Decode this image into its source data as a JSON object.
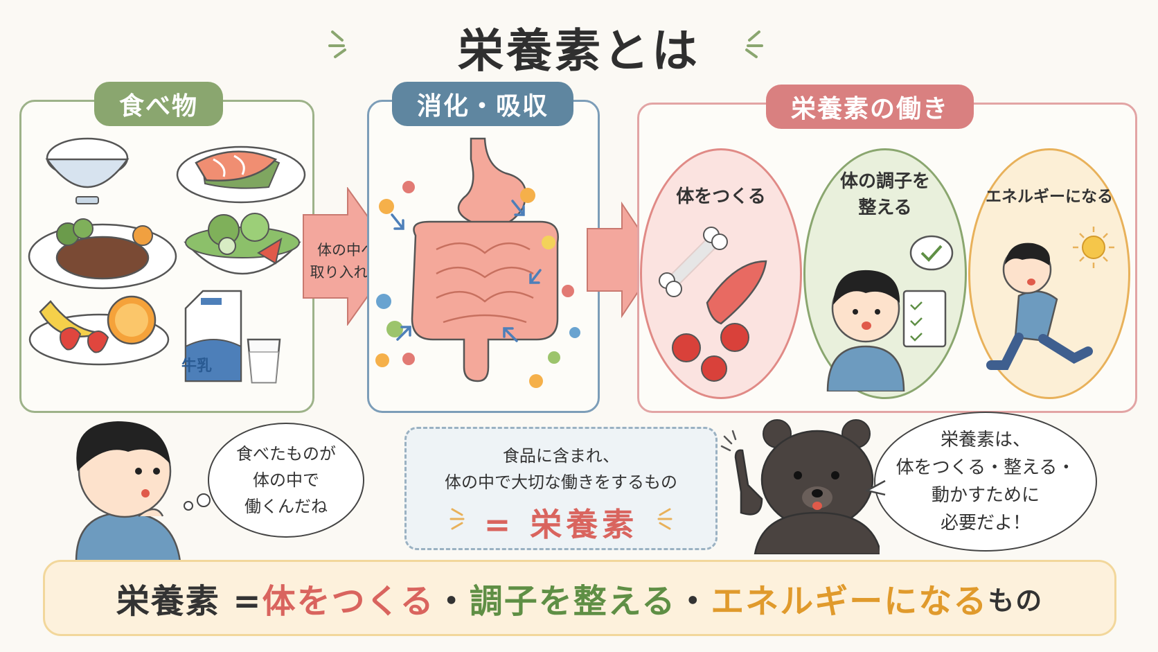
{
  "title": "栄養素とは",
  "sections": {
    "food": {
      "label": "食べ物",
      "milk_label": "牛乳",
      "color": "#8aa66f"
    },
    "digestion": {
      "label": "消化・吸収",
      "color": "#5f86a0"
    },
    "functions": {
      "label": "栄養素の働き",
      "color": "#d98080",
      "items": [
        {
          "label": "体をつくる",
          "color": "#e08a86"
        },
        {
          "label_line1": "体の調子を",
          "label_line2": "整える",
          "color": "#8aa66f"
        },
        {
          "label": "エネルギーになる",
          "color": "#e8b15a"
        }
      ]
    }
  },
  "arrow1_text": {
    "line1": "体の中へ",
    "line2": "取り入れる"
  },
  "boy_thought": {
    "line1": "食べたものが",
    "line2": "体の中で",
    "line3": "働くんだね"
  },
  "definition": {
    "line1": "食品に含まれ、",
    "line2": "体の中で大切な働きをするもの",
    "result": "= 栄養素"
  },
  "bear_speech": {
    "line1": "栄養素は、",
    "line2": "体をつくる・整える・",
    "line3": "動かすために",
    "line4": "必要だよ！"
  },
  "summary": {
    "part1": "栄養素 = ",
    "part2": "体をつくる",
    "sep1": "・",
    "part3": "調子を整える",
    "sep2": "・",
    "part4": "エネルギーになる",
    "part5": "もの",
    "colors": {
      "red": "#d9645e",
      "green": "#5f8f45",
      "orange": "#e09a2c"
    }
  }
}
